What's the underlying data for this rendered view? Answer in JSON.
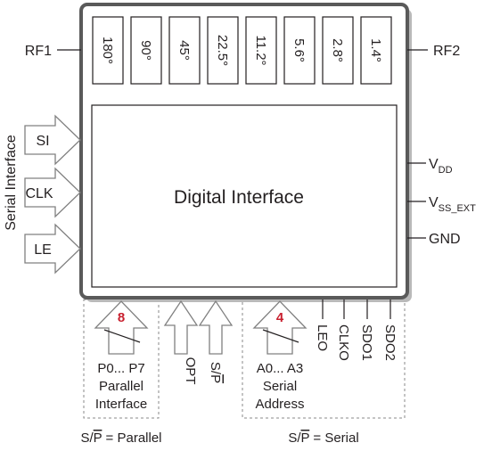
{
  "ports": {
    "rf1": "RF1",
    "rf2": "RF2",
    "vdd_main": "V",
    "vdd_sub": "DD",
    "vss_main": "V",
    "vss_sub": "SS_EXT",
    "gnd": "GND"
  },
  "phase_bits": [
    "180°",
    "90°",
    "45°",
    "22.5°",
    "11.2°",
    "5.6°",
    "2.8°",
    "1.4°"
  ],
  "digital_interface": {
    "title": "Digital Interface"
  },
  "serial_interface": {
    "label": "Serial Interface",
    "si": "SI",
    "clk": "CLK",
    "le": "LE"
  },
  "parallel": {
    "bus_width": "8",
    "pins": "P0... P7",
    "line1": "Parallel",
    "line2": "Interface",
    "mode_prefix": "S/",
    "mode_bar": "P",
    "mode_suffix": " = Parallel"
  },
  "control": {
    "opt": "OPT",
    "sp_prefix": "S/",
    "sp_bar": "P"
  },
  "serial_address": {
    "bus_width": "4",
    "pins": "A0... A3",
    "line1": "Serial",
    "line2": "Address",
    "mode_prefix": "S/",
    "mode_bar": "P",
    "mode_suffix": " = Serial"
  },
  "outputs": [
    "LEO",
    "CLKO",
    "SDO1",
    "SDO2"
  ],
  "colors": {
    "chip_border": "#5a5a5a",
    "chip_shadow": "#b9b9b9",
    "line": "#231f20",
    "arrow": "#808080",
    "dash": "#8a8a8a",
    "accent": "#c8202f"
  }
}
